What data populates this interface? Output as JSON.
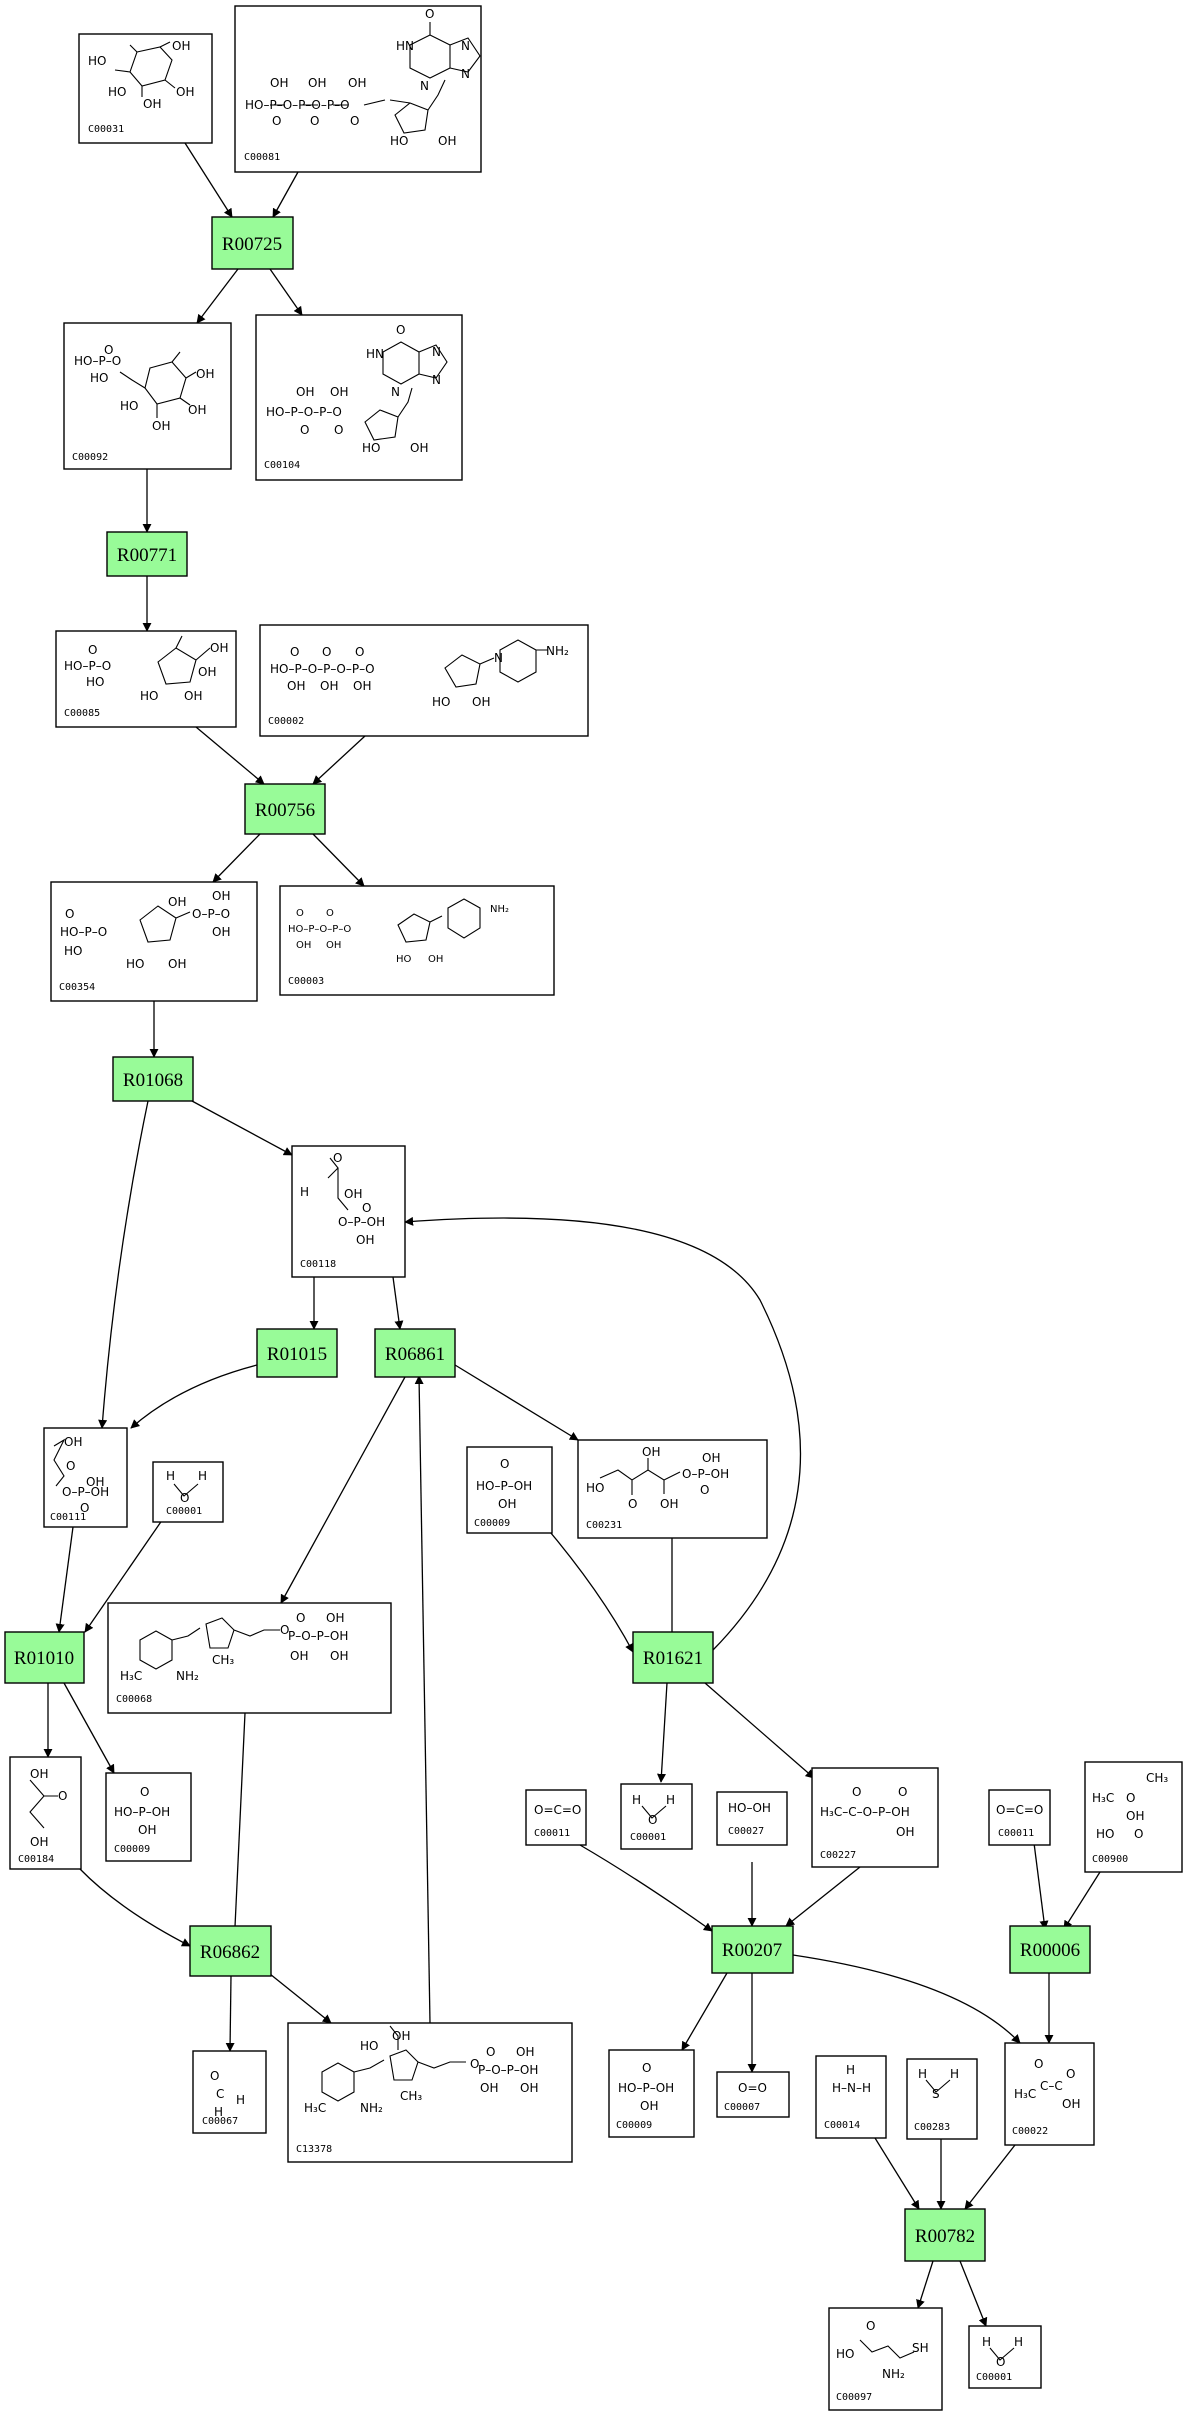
{
  "reactions": [
    {
      "id": "R00725"
    },
    {
      "id": "R00771"
    },
    {
      "id": "R00756"
    },
    {
      "id": "R01068"
    },
    {
      "id": "R01015"
    },
    {
      "id": "R06861"
    },
    {
      "id": "R01010"
    },
    {
      "id": "R01621"
    },
    {
      "id": "R06862"
    },
    {
      "id": "R00207"
    },
    {
      "id": "R00006"
    },
    {
      "id": "R00782"
    }
  ],
  "compounds": [
    {
      "id": "C00031"
    },
    {
      "id": "C00081"
    },
    {
      "id": "C00092"
    },
    {
      "id": "C00104"
    },
    {
      "id": "C00085"
    },
    {
      "id": "C00002"
    },
    {
      "id": "C00354"
    },
    {
      "id": "C00003"
    },
    {
      "id": "C00118"
    },
    {
      "id": "C00111"
    },
    {
      "id": "C00001"
    },
    {
      "id": "C00009"
    },
    {
      "id": "C00231"
    },
    {
      "id": "C00068"
    },
    {
      "id": "C00184"
    },
    {
      "id": "C00009"
    },
    {
      "id": "C00011"
    },
    {
      "id": "C00001"
    },
    {
      "id": "C00027"
    },
    {
      "id": "C00227"
    },
    {
      "id": "C00011"
    },
    {
      "id": "C00900"
    },
    {
      "id": "C00067"
    },
    {
      "id": "C13378"
    },
    {
      "id": "C00009"
    },
    {
      "id": "C00007"
    },
    {
      "id": "C00014"
    },
    {
      "id": "C00283"
    },
    {
      "id": "C00022"
    },
    {
      "id": "C00097"
    },
    {
      "id": "C00001"
    }
  ]
}
